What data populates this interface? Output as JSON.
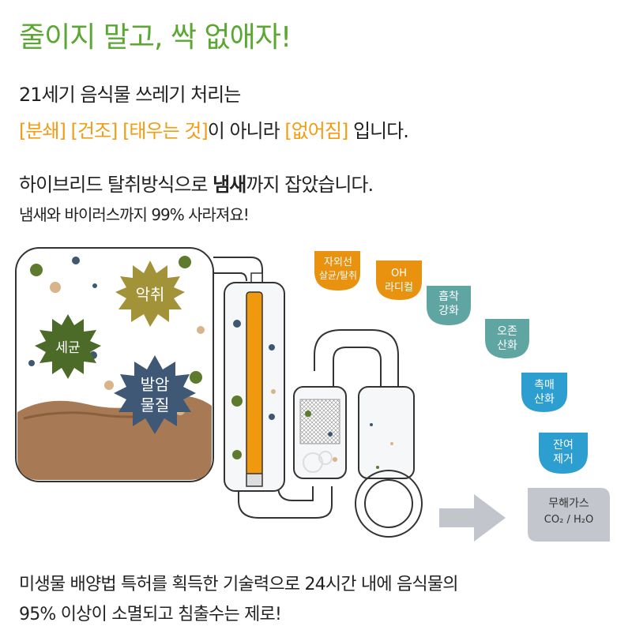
{
  "headline": "줄이지 말고, 싹 없애자!",
  "line1": "21세기 음식물 쓰레기 처리는",
  "line2": {
    "part1": "[분쇄]",
    "part2": "[건조]",
    "part3": "[태우는 것]",
    "part4": "이 아니라",
    "part5": "[없어짐]",
    "part6": "입니다."
  },
  "line3": {
    "pre": "하이브리드 탈취방식으로",
    "bold": "냄새",
    "post": "까지 잡았습니다."
  },
  "line4": "냄새와 바이러스까지 99% 사라져요!",
  "germs": {
    "odor": "악취",
    "bacteria": "세균",
    "carcinogen_line1": "발암",
    "carcinogen_line2": "물질"
  },
  "steps": [
    {
      "line1": "자외선",
      "line2": "살균/탈취",
      "color": "#e8920f"
    },
    {
      "line1": "OH",
      "line2": "라디컬",
      "color": "#e8920f"
    },
    {
      "line1": "흡착",
      "line2": "강화",
      "color": "#5fa6a3"
    },
    {
      "line1": "오존",
      "line2": "산화",
      "color": "#5fa6a3"
    },
    {
      "line1": "촉매",
      "line2": "산화",
      "color": "#2c9ecf"
    },
    {
      "line1": "잔여",
      "line2": "제거",
      "color": "#2c9ecf"
    }
  ],
  "result": {
    "line1": "무해가스",
    "line2": "CO₂ / H₂O"
  },
  "bottom1": "미생물 배양법 특허를 획득한 기술력으로 24시간 내에 음식물의",
  "bottom2": "95% 이상이 소멸되고 침출수는 제로!",
  "colors": {
    "headline": "#5aa832",
    "accent": "#f39c12"
  }
}
